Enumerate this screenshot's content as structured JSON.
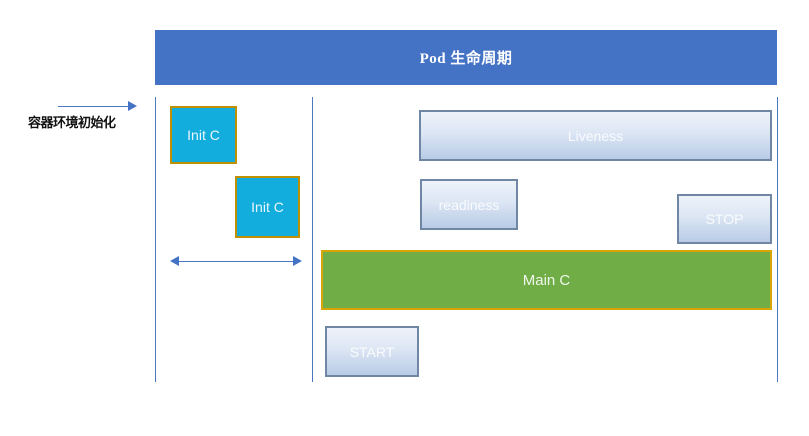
{
  "diagram": {
    "header": {
      "title": "Pod  生命周期",
      "bg_color": "#4472C4"
    },
    "annotation": {
      "label": "容器环境初始化",
      "arrow_icon": "arrow-right-icon"
    },
    "init_phase": {
      "containers": [
        {
          "label": "Init C"
        },
        {
          "label": "Init C"
        }
      ],
      "span_arrow_icon": "double-arrow-horizontal-icon",
      "fill_color": "#12ADDD",
      "border_color": "#BF9000"
    },
    "main_phase": {
      "container": {
        "label": "Main C"
      },
      "fill_color": "#70AD47",
      "border_color": "#D9A406",
      "probes": [
        {
          "label": "Liveness"
        },
        {
          "label": "readiness"
        }
      ],
      "hooks": [
        {
          "label": "STOP"
        },
        {
          "label": "START"
        }
      ],
      "probe_border_color": "#6F87A5"
    },
    "lanes": {
      "rule_color": "#4A77BE",
      "count": 3
    }
  }
}
